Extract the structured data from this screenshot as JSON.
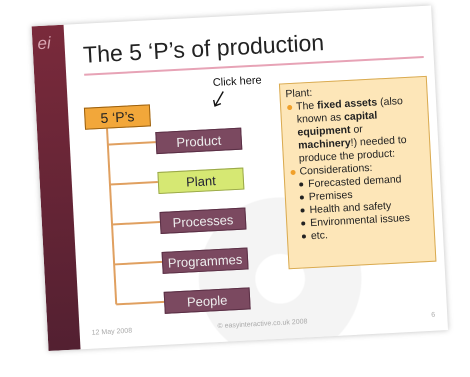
{
  "sidebar": {
    "logo": "ei"
  },
  "slide": {
    "title": "The 5 ‘P’s of production",
    "click_hint": "Click here"
  },
  "tree": {
    "root": "5 ‘P’s",
    "items": [
      "Product",
      "Plant",
      "Processes",
      "Programmes",
      "People"
    ],
    "selected": "Plant"
  },
  "info": {
    "heading": "Plant:",
    "bullet1": {
      "t1": "The ",
      "b1": "fixed assets",
      "t2": " (also known as ",
      "b2": "capital equipment",
      "t3": " or ",
      "b3": "machinery",
      "t4": "!) needed to produce the product:"
    },
    "bullet2": "Considerations:",
    "sub": [
      "Forecasted demand",
      "Premises",
      "Health and safety",
      "Environmental issues",
      "etc."
    ]
  },
  "footer": {
    "date": "12 May 2008",
    "copyright": "© easyinteractive.co.uk 2008",
    "page": "6"
  },
  "colors": {
    "sidebar": "#7a2a3b",
    "node": "#7b4960",
    "node_selected": "#d6e873",
    "root": "#f2a73a",
    "info_bg": "#fde6b8",
    "bullet": "#f0a02a"
  }
}
